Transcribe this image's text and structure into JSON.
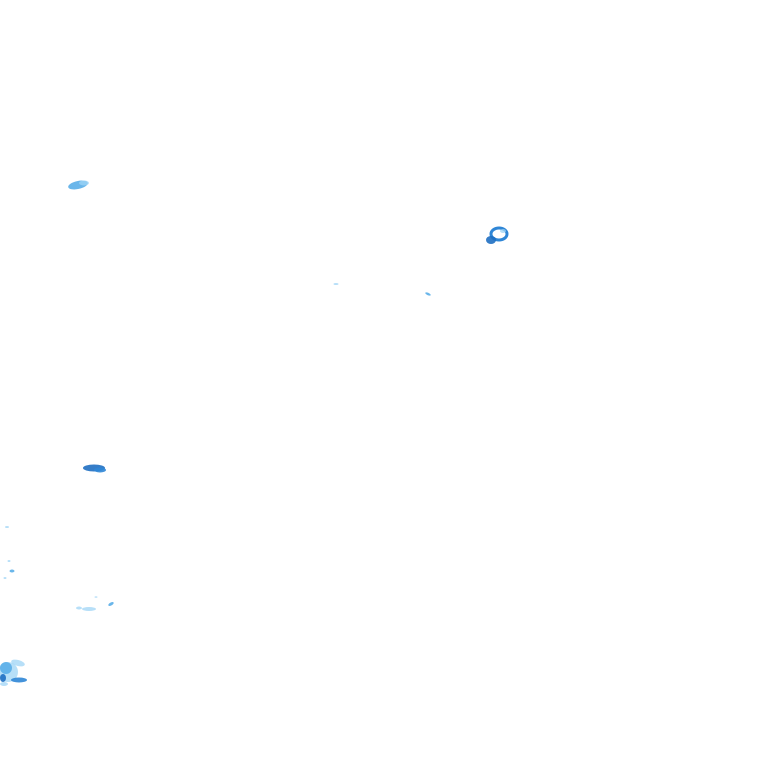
{
  "map": {
    "background_color": "#ffffff",
    "layer": "radar-precipitation-overlay",
    "legend": [],
    "colors": {
      "light": "#9fd4f5",
      "medium": "#5aaee8",
      "strong": "#2f86d6",
      "heavy": "#1f6fc2"
    },
    "echoes": [
      {
        "name": "echo-northwest",
        "intensity": "medium"
      },
      {
        "name": "echo-northeast",
        "intensity": "heavy"
      },
      {
        "name": "echo-center-speck-1",
        "intensity": "light"
      },
      {
        "name": "echo-center-speck-2",
        "intensity": "medium"
      },
      {
        "name": "echo-west-band",
        "intensity": "heavy"
      },
      {
        "name": "echo-west-specks",
        "intensity": "light"
      },
      {
        "name": "echo-southwest-cluster",
        "intensity": "medium"
      },
      {
        "name": "echo-southwest-edge",
        "intensity": "strong"
      }
    ]
  }
}
